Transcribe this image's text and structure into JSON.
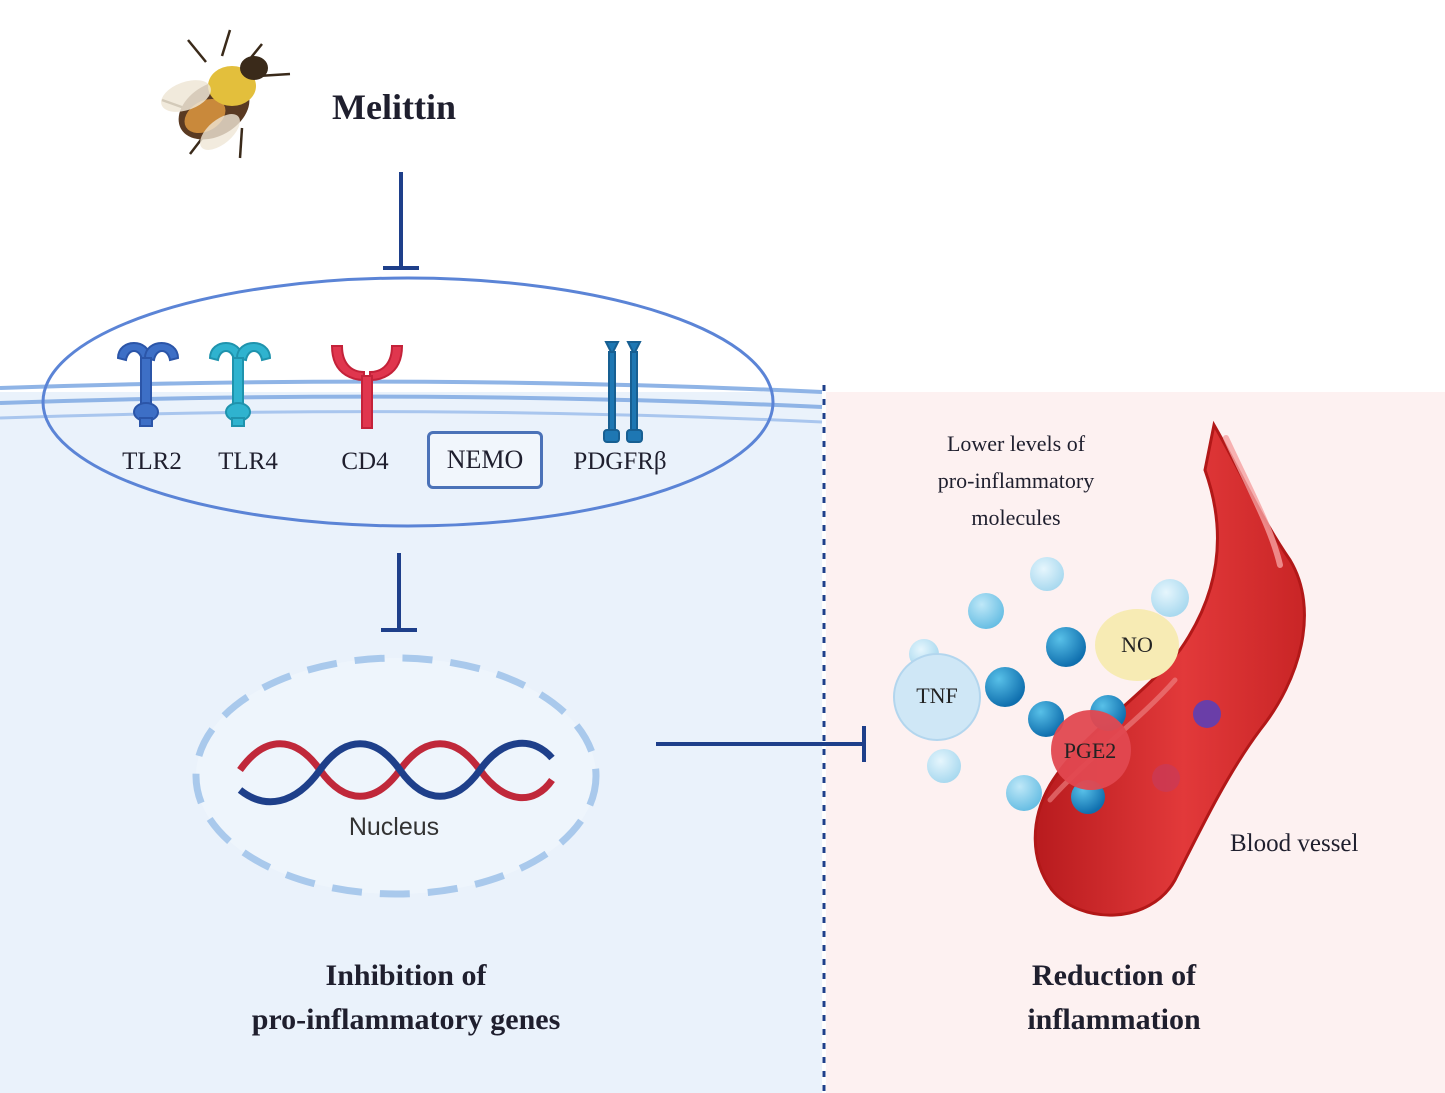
{
  "title": "Melittin",
  "receptors": [
    {
      "label": "TLR2",
      "color": "#3d6fc6",
      "icon": "tlr2-receptor-icon"
    },
    {
      "label": "TLR4",
      "color": "#2fb3cf",
      "icon": "tlr4-receptor-icon"
    },
    {
      "label": "CD4",
      "color": "#e0364e",
      "icon": "cd4-receptor-icon"
    },
    {
      "label": "PDGFRβ",
      "color": "#1e77b3",
      "icon": "pdgfrb-receptor-icon"
    }
  ],
  "nemo": "NEMO",
  "nucleus_label": "Nucleus",
  "left_caption": {
    "line1": "Inhibition of",
    "line2": "pro-inflammatory genes"
  },
  "right_caption": {
    "line1": "Reduction of",
    "line2": "inflammation"
  },
  "molecules_caption": {
    "line1": "Lower levels of",
    "line2": "pro-inflammatory",
    "line3": "molecules"
  },
  "molecules": {
    "tnf": "TNF",
    "no": "NO",
    "pge2": "PGE2"
  },
  "vessel_label": "Blood vessel",
  "colors": {
    "inhibition_line": "#1e3f8a",
    "membrane": "#5b84d6",
    "dna_red": "#c0283a",
    "dna_blue": "#1e3f8a",
    "vessel": "#d62a2a"
  }
}
